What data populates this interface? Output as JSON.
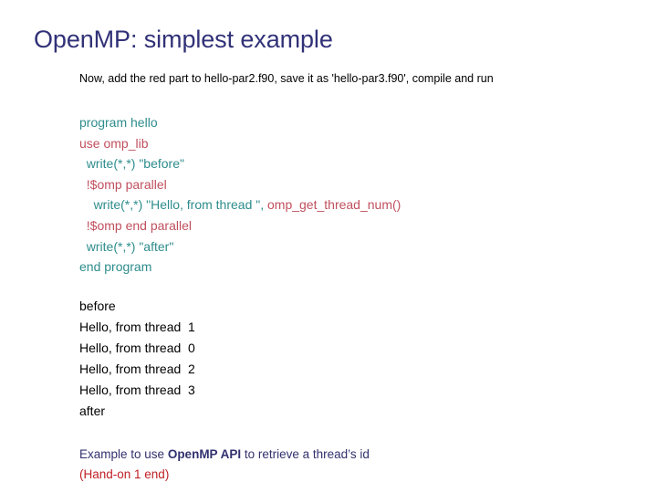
{
  "slide": {
    "title": "OpenMP: simplest example",
    "subtitle": "Now, add the red part to hello-par2.f90, save it as 'hello-par3.f90', compile and run"
  },
  "code": {
    "lines": [
      {
        "indent": 0,
        "segments": [
          {
            "text": "program hello",
            "color": "teal"
          }
        ]
      },
      {
        "indent": 0,
        "segments": [
          {
            "text": "use omp_lib",
            "color": "red"
          }
        ]
      },
      {
        "indent": 1,
        "segments": [
          {
            "text": "write(*,*) \"before\"",
            "color": "teal"
          }
        ]
      },
      {
        "indent": 1,
        "segments": [
          {
            "text": "!$omp parallel",
            "color": "red"
          }
        ]
      },
      {
        "indent": 2,
        "segments": [
          {
            "text": "write(*,*) \"Hello, from thread \", ",
            "color": "teal"
          },
          {
            "text": "omp_get_thread_num()",
            "color": "red"
          }
        ]
      },
      {
        "indent": 1,
        "segments": [
          {
            "text": "!$omp end parallel",
            "color": "red"
          }
        ]
      },
      {
        "indent": 1,
        "segments": [
          {
            "text": "write(*,*) \"after\"",
            "color": "teal"
          }
        ]
      },
      {
        "indent": 0,
        "segments": [
          {
            "text": "end program",
            "color": "teal"
          }
        ]
      }
    ],
    "colors": {
      "teal": "#2e8c8c",
      "red": "#c0505e"
    }
  },
  "output": {
    "lines": [
      "before",
      "Hello, from thread  1",
      "Hello, from thread  0",
      "Hello, from thread  2",
      "Hello, from thread  3",
      "after"
    ]
  },
  "footer": {
    "line1_part1": "Example to use ",
    "line1_strong": "OpenMP API",
    "line1_part2": " to retrieve a thread’s id",
    "line2": "(Hand-on 1 end)",
    "colors": {
      "navy": "#31316f",
      "red": "#bf2025"
    }
  }
}
